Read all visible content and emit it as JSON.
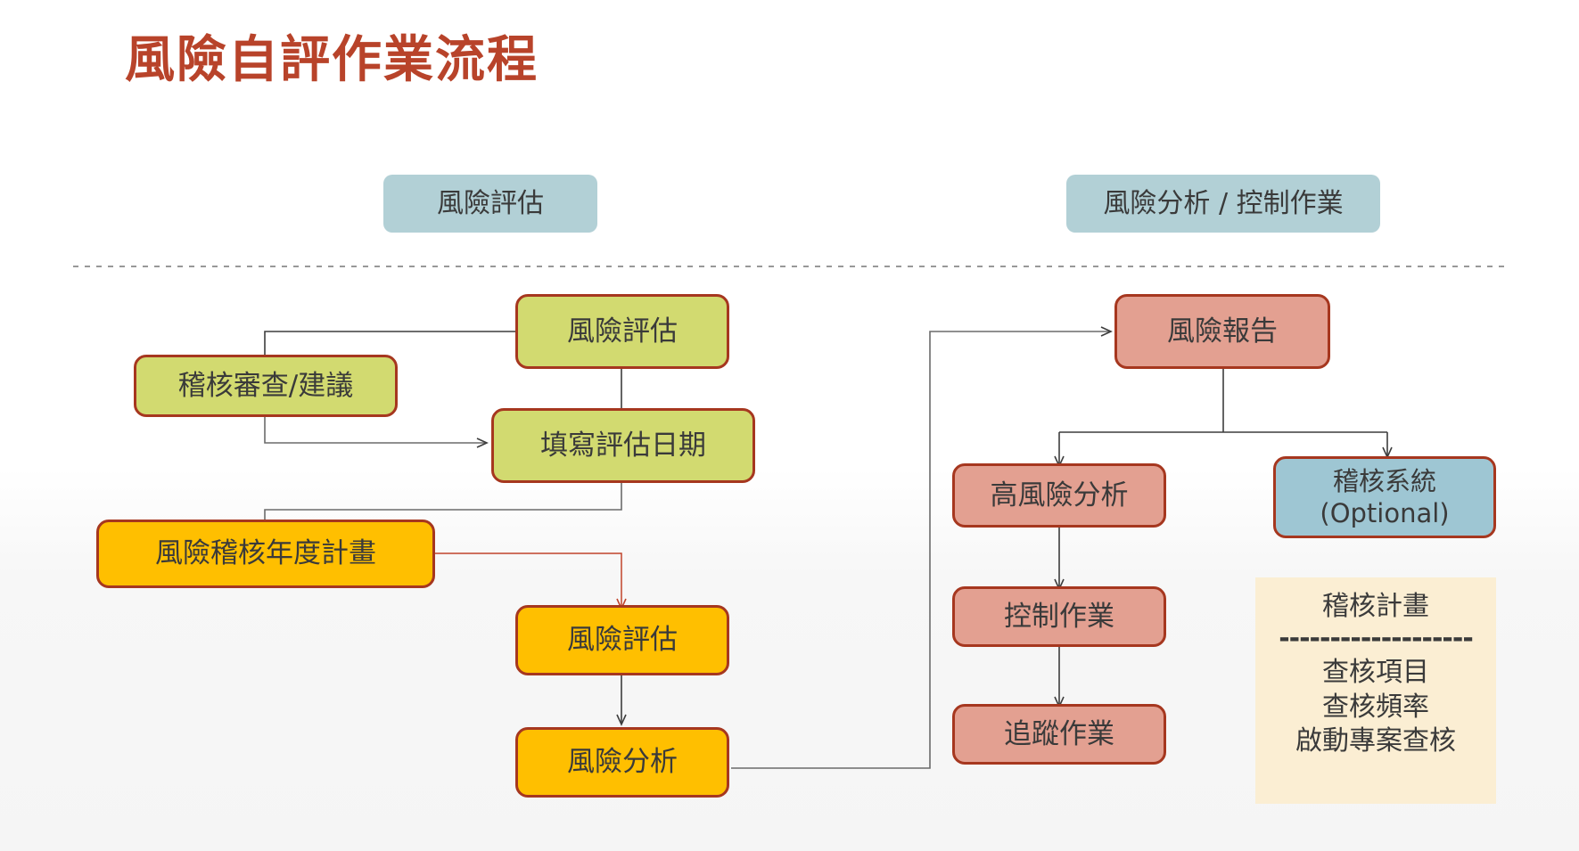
{
  "page": {
    "title": "風險自評作業流程",
    "title_color": "#b8432a",
    "background": "#ffffff"
  },
  "palette": {
    "header_fill": "#b2d0d6",
    "green_fill": "#d2da70",
    "orange_fill": "#ffbf00",
    "salmon_fill": "#e3a091",
    "blue_fill": "#9ec6d3",
    "note_fill": "#fbeed3",
    "node_border": "#a6371f",
    "connector": "#595959",
    "connector_accent": "#c0432a",
    "divider": "#8a8a8a"
  },
  "headers": [
    {
      "id": "header-risk-assessment",
      "label": "風險評估"
    },
    {
      "id": "header-risk-analysis-control",
      "label": "風險分析 / 控制作業"
    }
  ],
  "nodes": [
    {
      "id": "audit-review-suggestion",
      "label": "稽核審查/建議",
      "group": "green"
    },
    {
      "id": "risk-assessment-top",
      "label": "風險評估",
      "group": "green"
    },
    {
      "id": "fill-assessment-date",
      "label": "填寫評估日期",
      "group": "green"
    },
    {
      "id": "risk-audit-annual-plan",
      "label": "風險稽核年度計畫",
      "group": "orange"
    },
    {
      "id": "risk-assessment-second",
      "label": "風險評估",
      "group": "orange"
    },
    {
      "id": "risk-analysis",
      "label": "風險分析",
      "group": "orange"
    },
    {
      "id": "risk-report",
      "label": "風險報告",
      "group": "salmon"
    },
    {
      "id": "high-risk-analysis",
      "label": "高風險分析",
      "group": "salmon"
    },
    {
      "id": "control-operation",
      "label": "控制作業",
      "group": "salmon"
    },
    {
      "id": "follow-up-operation",
      "label": "追蹤作業",
      "group": "salmon"
    },
    {
      "id": "audit-system-optional",
      "label_line1": "稽核系統",
      "label_line2": "(Optional)",
      "group": "blue"
    }
  ],
  "note": {
    "title": "稽核計畫",
    "rule": "-------------------",
    "items": [
      "查核項目",
      "查核頻率",
      "啟動專案查核"
    ]
  }
}
